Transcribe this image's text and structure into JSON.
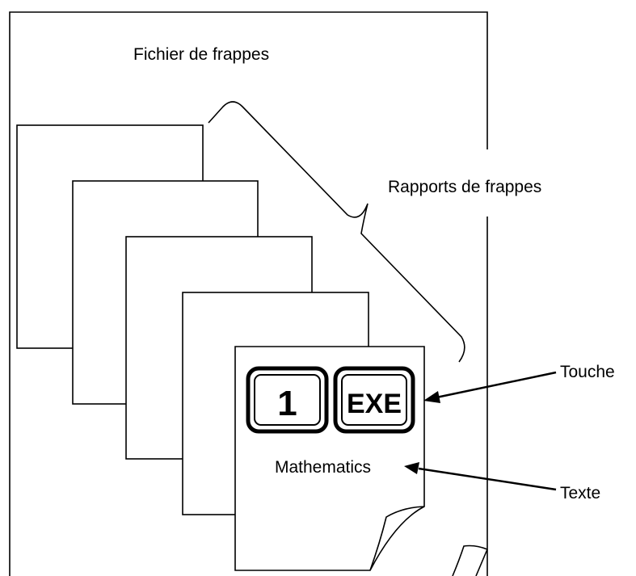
{
  "diagram": {
    "file_label": "Fichier de frappes",
    "reports_label": "Rapports de frappes",
    "key_label": "Touche",
    "text_label": "Texte",
    "keys": [
      "1",
      "EXE"
    ],
    "sample_text": "Mathematics"
  }
}
